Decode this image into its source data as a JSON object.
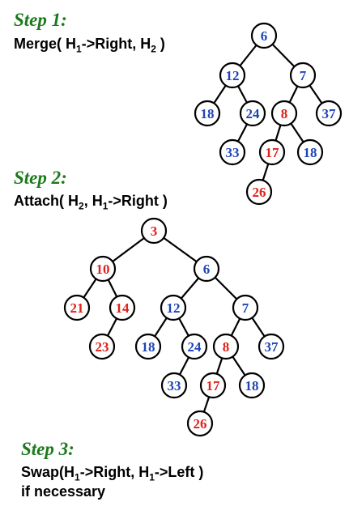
{
  "colors": {
    "step_title": "#1b7a1b",
    "red_heap": "#e0201a",
    "blue_heap": "#1e45b8",
    "text": "#000000"
  },
  "steps": [
    {
      "title": "Step 1",
      "colon": ":",
      "op_pre": "Merge( H",
      "op_sub1": "1",
      "op_mid": "->Right, H",
      "op_sub2": "2",
      "op_post": " )"
    },
    {
      "title": "Step 2",
      "colon": ":",
      "op_pre": "Attach( H",
      "op_sub1": "2",
      "op_mid": ", H",
      "op_sub2": "1",
      "op_post": "->Right )"
    },
    {
      "title": "Step 3",
      "colon": ":",
      "op_pre": "Swap(H",
      "op_sub1": "1",
      "op_mid": "->Right, H",
      "op_sub2": "1",
      "op_post": "->Left )",
      "op_line2": "if necessary"
    }
  ],
  "tree1": {
    "nodes": [
      {
        "id": "a6",
        "label": "6",
        "color": "blue"
      },
      {
        "id": "a12",
        "label": "12",
        "color": "blue"
      },
      {
        "id": "a7",
        "label": "7",
        "color": "blue"
      },
      {
        "id": "a18",
        "label": "18",
        "color": "blue"
      },
      {
        "id": "a24",
        "label": "24",
        "color": "blue"
      },
      {
        "id": "a8",
        "label": "8",
        "color": "red"
      },
      {
        "id": "a37",
        "label": "37",
        "color": "blue"
      },
      {
        "id": "a33",
        "label": "33",
        "color": "blue"
      },
      {
        "id": "a17",
        "label": "17",
        "color": "red"
      },
      {
        "id": "a18b",
        "label": "18",
        "color": "blue"
      },
      {
        "id": "a26",
        "label": "26",
        "color": "red"
      }
    ],
    "edges": [
      [
        "a6",
        "a12"
      ],
      [
        "a6",
        "a7"
      ],
      [
        "a12",
        "a18"
      ],
      [
        "a12",
        "a24"
      ],
      [
        "a7",
        "a8"
      ],
      [
        "a7",
        "a37"
      ],
      [
        "a24",
        "a33"
      ],
      [
        "a8",
        "a17"
      ],
      [
        "a8",
        "a18b"
      ],
      [
        "a17",
        "a26"
      ]
    ]
  },
  "tree2": {
    "nodes": [
      {
        "id": "b3",
        "label": "3",
        "color": "red"
      },
      {
        "id": "b10",
        "label": "10",
        "color": "red"
      },
      {
        "id": "b6",
        "label": "6",
        "color": "blue"
      },
      {
        "id": "b21",
        "label": "21",
        "color": "red"
      },
      {
        "id": "b14",
        "label": "14",
        "color": "red"
      },
      {
        "id": "b12",
        "label": "12",
        "color": "blue"
      },
      {
        "id": "b7",
        "label": "7",
        "color": "blue"
      },
      {
        "id": "b23",
        "label": "23",
        "color": "red"
      },
      {
        "id": "b18",
        "label": "18",
        "color": "blue"
      },
      {
        "id": "b24",
        "label": "24",
        "color": "blue"
      },
      {
        "id": "b8",
        "label": "8",
        "color": "red"
      },
      {
        "id": "b37",
        "label": "37",
        "color": "blue"
      },
      {
        "id": "b33",
        "label": "33",
        "color": "blue"
      },
      {
        "id": "b17",
        "label": "17",
        "color": "red"
      },
      {
        "id": "b18b",
        "label": "18",
        "color": "blue"
      },
      {
        "id": "b26",
        "label": "26",
        "color": "red"
      }
    ],
    "edges": [
      [
        "b3",
        "b10"
      ],
      [
        "b3",
        "b6"
      ],
      [
        "b10",
        "b21"
      ],
      [
        "b10",
        "b14"
      ],
      [
        "b14",
        "b23"
      ],
      [
        "b6",
        "b12"
      ],
      [
        "b6",
        "b7"
      ],
      [
        "b12",
        "b18"
      ],
      [
        "b12",
        "b24"
      ],
      [
        "b7",
        "b8"
      ],
      [
        "b7",
        "b37"
      ],
      [
        "b24",
        "b33"
      ],
      [
        "b8",
        "b17"
      ],
      [
        "b8",
        "b18b"
      ],
      [
        "b17",
        "b26"
      ]
    ]
  }
}
